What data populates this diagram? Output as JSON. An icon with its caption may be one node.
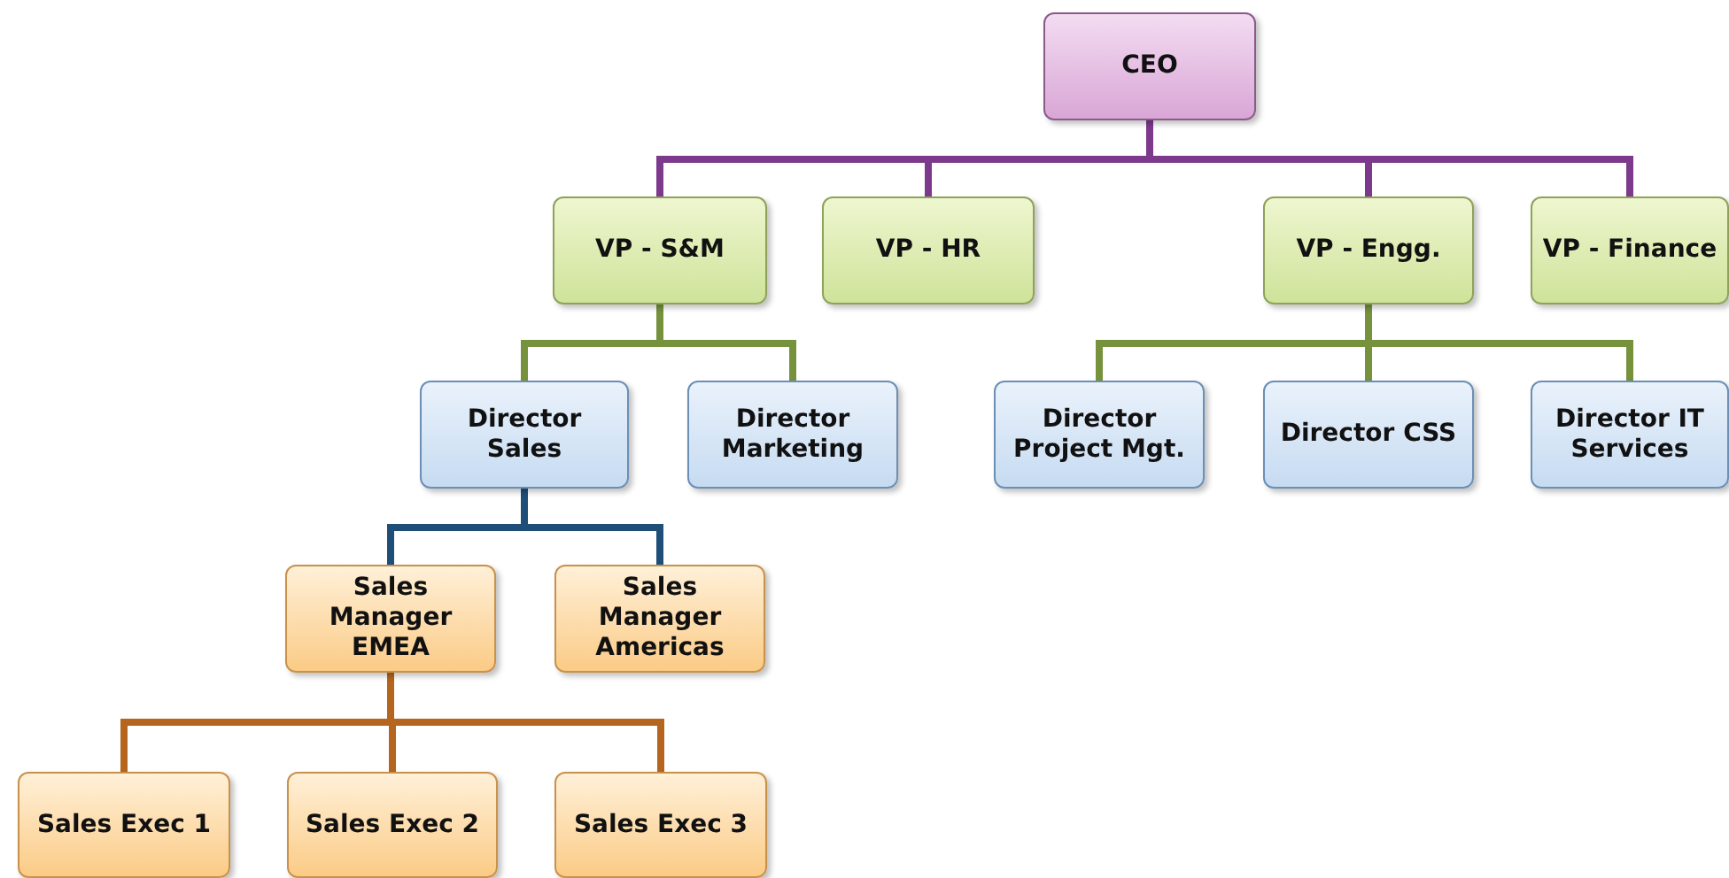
{
  "diagram": {
    "nodes": [
      {
        "text": [
          "CEO"
        ]
      },
      {
        "text": [
          "VP - S&M"
        ]
      },
      {
        "text": [
          "VP - HR"
        ]
      },
      {
        "text": [
          "VP - Engg."
        ]
      },
      {
        "text": [
          "VP - Finance"
        ]
      },
      {
        "text": [
          "Director Sales"
        ]
      },
      {
        "text": [
          "Director Marketing"
        ]
      },
      {
        "text": [
          "Director Project Mgt."
        ]
      },
      {
        "text": [
          "Director CSS"
        ]
      },
      {
        "text": [
          "Director IT Services"
        ]
      },
      {
        "text": [
          "Sales Manager EMEA"
        ]
      },
      {
        "text": [
          "Sales Manager Americas"
        ]
      },
      {
        "text": [
          "Sales Exec 1"
        ]
      },
      {
        "text": [
          "Sales Exec 2"
        ]
      },
      {
        "text": [
          "Sales Exec 3"
        ]
      }
    ],
    "edges": [
      {
        "from": 0,
        "to": 1,
        "arrow": "none",
        "color": "#7d3a8c"
      },
      {
        "from": 0,
        "to": 2,
        "arrow": "none",
        "color": "#7d3a8c"
      },
      {
        "from": 0,
        "to": 3,
        "arrow": "none",
        "color": "#7d3a8c"
      },
      {
        "from": 0,
        "to": 4,
        "arrow": "none",
        "color": "#7d3a8c"
      },
      {
        "from": 1,
        "to": 5,
        "arrow": "none",
        "color": "#76923c"
      },
      {
        "from": 1,
        "to": 6,
        "arrow": "none",
        "color": "#76923c"
      },
      {
        "from": 3,
        "to": 7,
        "arrow": "none",
        "color": "#76923c"
      },
      {
        "from": 3,
        "to": 8,
        "arrow": "none",
        "color": "#76923c"
      },
      {
        "from": 3,
        "to": 9,
        "arrow": "none",
        "color": "#76923c"
      },
      {
        "from": 5,
        "to": 10,
        "arrow": "none",
        "color": "#1f4e79"
      },
      {
        "from": 5,
        "to": 11,
        "arrow": "none",
        "color": "#1f4e79"
      },
      {
        "from": 10,
        "to": 12,
        "arrow": "none",
        "color": "#b5651d"
      },
      {
        "from": 10,
        "to": 13,
        "arrow": "none",
        "color": "#b5651d"
      },
      {
        "from": 10,
        "to": 14,
        "arrow": "none",
        "color": "#b5651d"
      }
    ]
  }
}
